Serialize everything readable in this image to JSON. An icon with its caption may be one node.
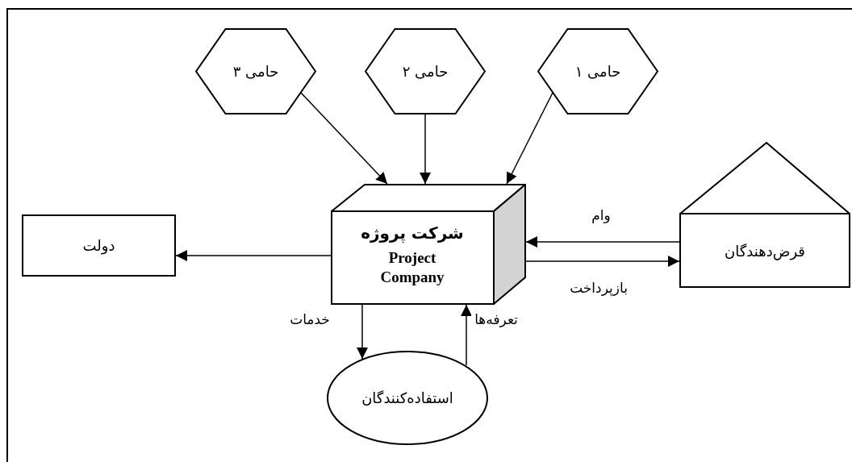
{
  "diagram": {
    "nodes": [
      {
        "text": [
          "حامی ۳"
        ]
      },
      {
        "text": [
          "حامی ۲"
        ]
      },
      {
        "text": [
          "حامی ۱"
        ]
      },
      {
        "text": [
          "شرکت پروژه",
          "Project Company"
        ]
      },
      {
        "text": [
          "دولت"
        ]
      },
      {
        "text": [
          "قرض‌دهندگان"
        ]
      },
      {
        "text": [
          "استفاده‌کنندگان"
        ]
      }
    ],
    "edges": [
      {
        "from": 0,
        "to": 3,
        "arrow": "to"
      },
      {
        "from": 1,
        "to": 3,
        "arrow": "to"
      },
      {
        "from": 2,
        "to": 3,
        "arrow": "to"
      },
      {
        "from": 3,
        "to": 4,
        "arrow": "to"
      },
      {
        "from": 5,
        "to": 3,
        "arrow": "to",
        "label": "وام"
      },
      {
        "from": 3,
        "to": 5,
        "arrow": "to",
        "label": "بازپرداخت"
      },
      {
        "from": 3,
        "to": 6,
        "arrow": "to",
        "label": "خدمات"
      },
      {
        "from": 6,
        "to": 3,
        "arrow": "to",
        "label": "تعرفه‌ها"
      }
    ]
  }
}
